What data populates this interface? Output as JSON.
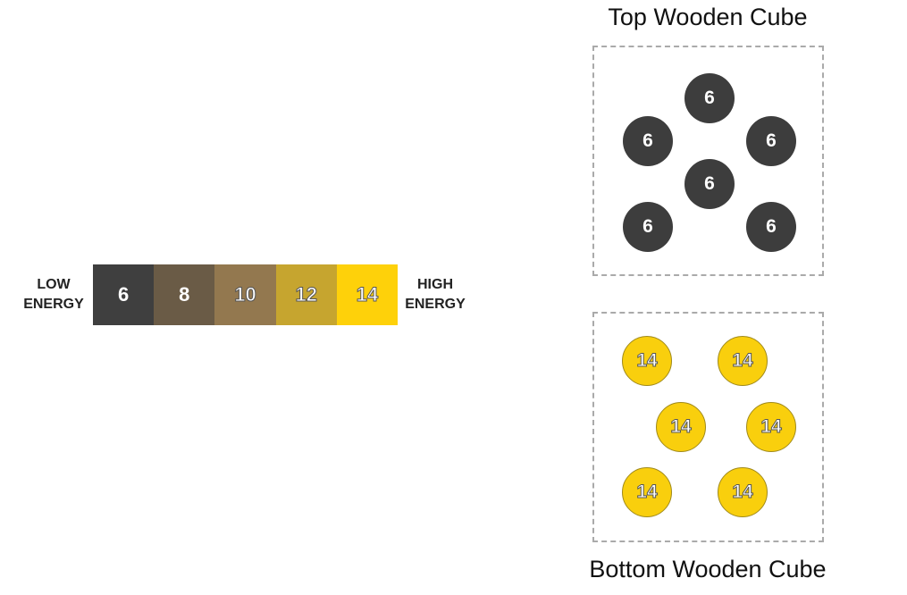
{
  "scale": {
    "low_label_line1": "LOW",
    "low_label_line2": "ENERGY",
    "high_label_line1": "HIGH",
    "high_label_line2": "ENERGY",
    "steps": [
      {
        "value": "6",
        "color": "#3f3f3f"
      },
      {
        "value": "8",
        "color": "#6a5b46"
      },
      {
        "value": "10",
        "color": "#93784f"
      },
      {
        "value": "12",
        "color": "#c6a52f"
      },
      {
        "value": "14",
        "color": "#fed10a"
      }
    ]
  },
  "top_cube": {
    "title": "Top Wooden Cube",
    "dots": [
      "6",
      "6",
      "6",
      "6",
      "6",
      "6"
    ]
  },
  "bottom_cube": {
    "title": "Bottom Wooden Cube",
    "dots": [
      "14",
      "14",
      "14",
      "14",
      "14",
      "14"
    ]
  }
}
